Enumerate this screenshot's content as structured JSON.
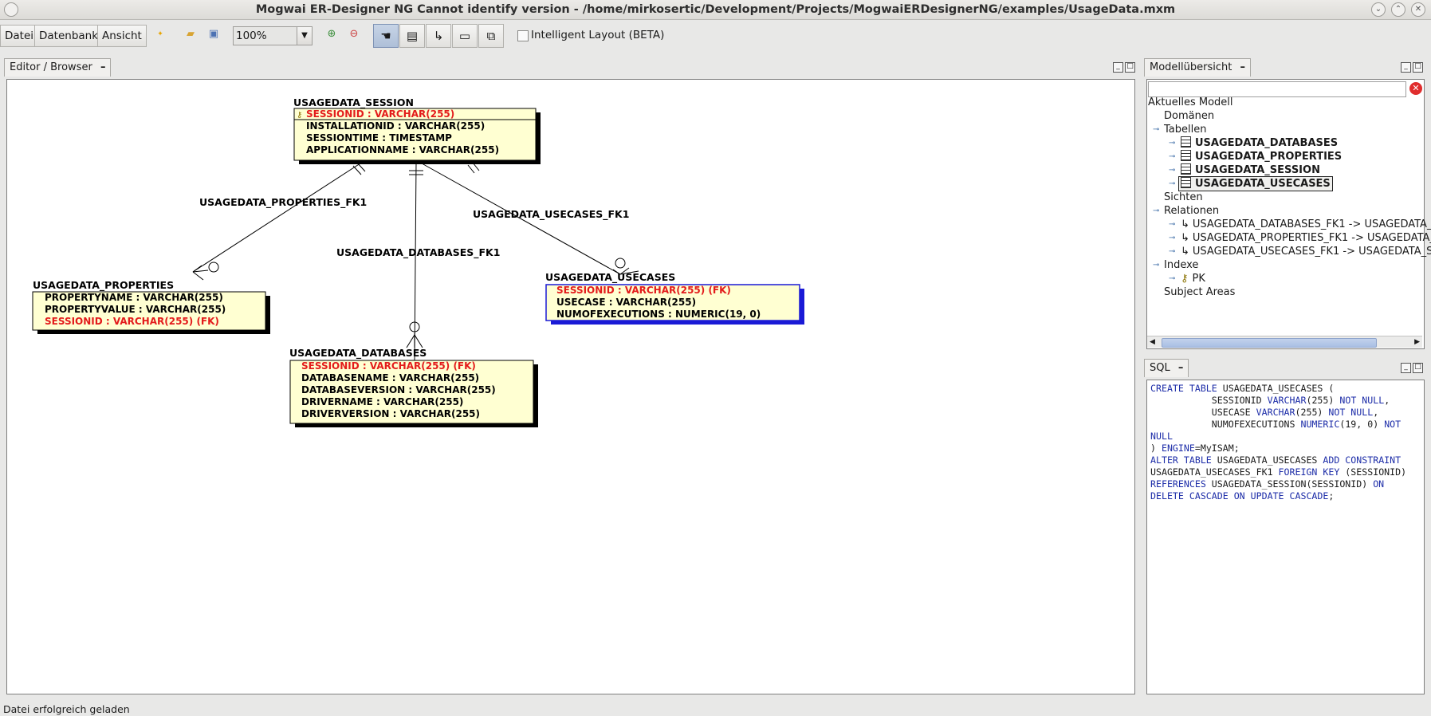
{
  "window": {
    "title": "Mogwai ER-Designer NG Cannot identify version  - /home/mirkosertic/Development/Projects/MogwaiERDesignerNG/examples/UsageData.mxm"
  },
  "menu": {
    "file": "Datei",
    "database": "Datenbank",
    "view": "Ansicht"
  },
  "toolbar": {
    "zoom": "100%",
    "intelligent_layout": "Intelligent Layout (BETA)",
    "active_tool": "hand-tool"
  },
  "editor": {
    "tab_label": "Editor / Browser"
  },
  "diagram": {
    "tables": [
      {
        "name": "USAGEDATA_SESSION",
        "attributes": [
          {
            "text": "SESSIONID : VARCHAR(255)",
            "pk": true,
            "fk": false
          },
          {
            "text": "INSTALLATIONID : VARCHAR(255)",
            "pk": false,
            "fk": false
          },
          {
            "text": "SESSIONTIME : TIMESTAMP",
            "pk": false,
            "fk": false
          },
          {
            "text": "APPLICATIONNAME : VARCHAR(255)",
            "pk": false,
            "fk": false
          }
        ]
      },
      {
        "name": "USAGEDATA_PROPERTIES",
        "attributes": [
          {
            "text": "PROPERTYNAME : VARCHAR(255)",
            "pk": false,
            "fk": false
          },
          {
            "text": "PROPERTYVALUE : VARCHAR(255)",
            "pk": false,
            "fk": false
          },
          {
            "text": "SESSIONID : VARCHAR(255) (FK)",
            "pk": false,
            "fk": true
          }
        ]
      },
      {
        "name": "USAGEDATA_DATABASES",
        "attributes": [
          {
            "text": "SESSIONID : VARCHAR(255) (FK)",
            "pk": false,
            "fk": true
          },
          {
            "text": "DATABASENAME : VARCHAR(255)",
            "pk": false,
            "fk": false
          },
          {
            "text": "DATABASEVERSION : VARCHAR(255)",
            "pk": false,
            "fk": false
          },
          {
            "text": "DRIVERNAME : VARCHAR(255)",
            "pk": false,
            "fk": false
          },
          {
            "text": "DRIVERVERSION : VARCHAR(255)",
            "pk": false,
            "fk": false
          }
        ]
      },
      {
        "name": "USAGEDATA_USECASES",
        "selected": true,
        "attributes": [
          {
            "text": "SESSIONID : VARCHAR(255) (FK)",
            "pk": false,
            "fk": true
          },
          {
            "text": "USECASE : VARCHAR(255)",
            "pk": false,
            "fk": false
          },
          {
            "text": "NUMOFEXECUTIONS : NUMERIC(19, 0)",
            "pk": false,
            "fk": false
          }
        ]
      }
    ],
    "relations": [
      {
        "name": "USAGEDATA_PROPERTIES_FK1"
      },
      {
        "name": "USAGEDATA_DATABASES_FK1"
      },
      {
        "name": "USAGEDATA_USECASES_FK1"
      }
    ]
  },
  "overview": {
    "tab_label": "Modellübersicht",
    "search_value": "",
    "tree": {
      "root": "Aktuelles Modell",
      "domains": "Domänen",
      "tables_label": "Tabellen",
      "tables": [
        "USAGEDATA_DATABASES",
        "USAGEDATA_PROPERTIES",
        "USAGEDATA_SESSION",
        "USAGEDATA_USECASES"
      ],
      "views": "Sichten",
      "relations_label": "Relationen",
      "relations": [
        "USAGEDATA_DATABASES_FK1 -> USAGEDATA_S",
        "USAGEDATA_PROPERTIES_FK1 -> USAGEDATA_",
        "USAGEDATA_USECASES_FK1 -> USAGEDATA_S"
      ],
      "indexes_label": "Indexe",
      "indexes": [
        "PK"
      ],
      "subject_areas": "Subject Areas"
    }
  },
  "sql": {
    "tab_label": "SQL",
    "lines": [
      [
        {
          "t": "CREATE TABLE ",
          "k": true
        },
        {
          "t": "USAGEDATA_USECASES (",
          "k": false
        }
      ],
      [
        {
          "t": "           SESSIONID ",
          "k": false
        },
        {
          "t": "VARCHAR",
          "k": true
        },
        {
          "t": "(255) ",
          "k": false
        },
        {
          "t": "NOT NULL",
          "k": true
        },
        {
          "t": ",",
          "k": false
        }
      ],
      [
        {
          "t": "           USECASE ",
          "k": false
        },
        {
          "t": "VARCHAR",
          "k": true
        },
        {
          "t": "(255) ",
          "k": false
        },
        {
          "t": "NOT NULL",
          "k": true
        },
        {
          "t": ",",
          "k": false
        }
      ],
      [
        {
          "t": "           NUMOFEXECUTIONS ",
          "k": false
        },
        {
          "t": "NUMERIC",
          "k": true
        },
        {
          "t": "(19, 0) ",
          "k": false
        },
        {
          "t": "NOT",
          "k": true
        }
      ],
      [
        {
          "t": "NULL",
          "k": true
        }
      ],
      [
        {
          "t": ") ",
          "k": false
        },
        {
          "t": "ENGINE",
          "k": true
        },
        {
          "t": "=MyISAM;",
          "k": false
        }
      ],
      [
        {
          "t": "ALTER TABLE ",
          "k": true
        },
        {
          "t": "USAGEDATA_USECASES ",
          "k": false
        },
        {
          "t": "ADD CONSTRAINT",
          "k": true
        }
      ],
      [
        {
          "t": "USAGEDATA_USECASES_FK1 ",
          "k": false
        },
        {
          "t": "FOREIGN KEY",
          "k": true
        },
        {
          "t": " (SESSIONID)",
          "k": false
        }
      ],
      [
        {
          "t": "REFERENCES ",
          "k": true
        },
        {
          "t": "USAGEDATA_SESSION(SESSIONID) ",
          "k": false
        },
        {
          "t": "ON",
          "k": true
        }
      ],
      [
        {
          "t": "DELETE CASCADE ON UPDATE CASCADE",
          "k": true
        },
        {
          "t": ";",
          "k": false
        }
      ]
    ]
  },
  "status": {
    "text": "Datei erfolgreich geladen"
  },
  "colors": {
    "table_fill": "#ffffd2",
    "fk_text": "#e31b1b",
    "selection": "#1a1ad6",
    "sql_keyword": "#1c2ca8"
  }
}
